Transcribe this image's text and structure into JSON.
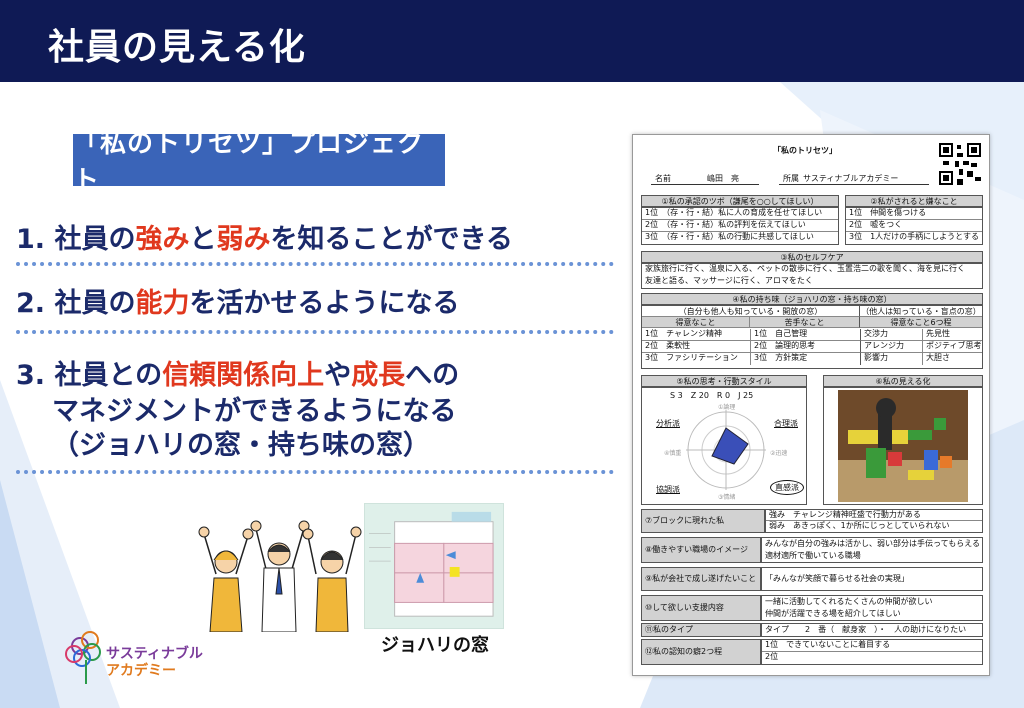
{
  "header": {
    "title": "社員の見える化"
  },
  "project_tag": "「私のトリセツ」プロジェクト",
  "points": [
    {
      "num": "1.",
      "parts": [
        "社員の",
        "強み",
        "と",
        "弱み",
        "を知ることができる"
      ]
    },
    {
      "num": "2.",
      "parts": [
        "社員の",
        "能力",
        "を活かせるようになる"
      ]
    },
    {
      "num": "3.",
      "parts": [
        "社員との",
        "信頼関係向上",
        "や",
        "成長",
        "への"
      ],
      "line2": "マネジメントができるようになる",
      "line3": "（ジョハリの窓・持ち味の窓）"
    }
  ],
  "johari_caption": "ジョハリの窓",
  "logo": {
    "line1": "サスティナブル",
    "line2": "アカデミー"
  },
  "sheet": {
    "title": "「私のトリセツ」",
    "name_label": "名前",
    "name_value": "嶋田　亮",
    "affiliation_label": "所属",
    "affiliation_value": "サスティナブルアカデミー",
    "s1": {
      "title": "①私の承認のツボ（謙尾を○○してほしい）",
      "rows": [
        "1位　（存・行・結）私に人の育成を任せてほしい",
        "2位　（存・行・結）私の評判を伝えてほしい",
        "3位　（存・行・結）私の行動に共感してほしい"
      ]
    },
    "s2": {
      "title": "②私がされると嫌なこと",
      "rows": [
        "1位　仲間を傷つける",
        "2位　嘘をつく",
        "3位　1人だけの手柄にしようとする"
      ]
    },
    "s3": {
      "title": "③私のセルフケア",
      "rows": [
        "家族旅行に行く、温泉に入る、ペットの散歩に行く、玉置浩二の歌を聞く、海を見に行く",
        "友達と語る、マッサージに行く、アロマをたく"
      ]
    },
    "s4": {
      "title": "④私の持ち味（ジョハリの窓・持ち味の窓）",
      "open_title": "（自分も他人も知っている・開放の窓）",
      "blind_title": "（他人は知っている・盲点の窓）",
      "good_hd": "得意なこと",
      "bad_hd": "苦手なこと",
      "good6_hd": "得意なこと6つ程",
      "good": [
        "1位　チャレンジ精神",
        "2位　柔軟性",
        "3位　ファシリテーション"
      ],
      "bad": [
        "1位　自己管理",
        "2位　論理的思考",
        "3位　方針策定"
      ],
      "good6a": [
        "交渉力",
        "アレンジ力",
        "影響力"
      ],
      "good6b": [
        "先見性",
        "ポジティブ思考",
        "大胆さ"
      ]
    },
    "s5": {
      "title": "⑤私の思考・行動スタイル",
      "scores": "S 3　Z 20　R 0　J 25",
      "axes": [
        "分析派",
        "合理派",
        "協調派",
        "直感派"
      ],
      "radar_labels": [
        "①論理",
        "②迅速",
        "③情緒",
        "④慎重"
      ]
    },
    "s6": {
      "title": "⑥私の見える化"
    },
    "s7": {
      "label": "⑦ブロックに現れた私",
      "rows": [
        "強み　チャレンジ精神旺盛で行動力がある",
        "弱み　あきっぽく、1か所にじっとしていられない"
      ]
    },
    "s8": {
      "label": "⑧働きやすい職場のイメージ",
      "rows": [
        "みんなが自分の強みは活かし、弱い部分は手伝ってもらえる",
        "適材適所で働いている職場"
      ]
    },
    "s9": {
      "label": "⑨私が会社で成し遂げたいこと",
      "rows": [
        "「みんなが笑顔で暮らせる社会の実現」"
      ]
    },
    "s10": {
      "label": "⑩して欲しい支援内容",
      "rows": [
        "一緒に活動してくれるたくさんの仲間が欲しい",
        "仲間が活躍できる場を紹介してほしい"
      ]
    },
    "s11": {
      "label": "⑪私のタイプ",
      "rows": [
        "タイプ　　2　番（　献身家　）・　人の助けになりたい"
      ]
    },
    "s12": {
      "label": "⑫私の認知の癖2つ程",
      "rows": [
        "1位　できていないことに着目する",
        "2位"
      ]
    }
  }
}
